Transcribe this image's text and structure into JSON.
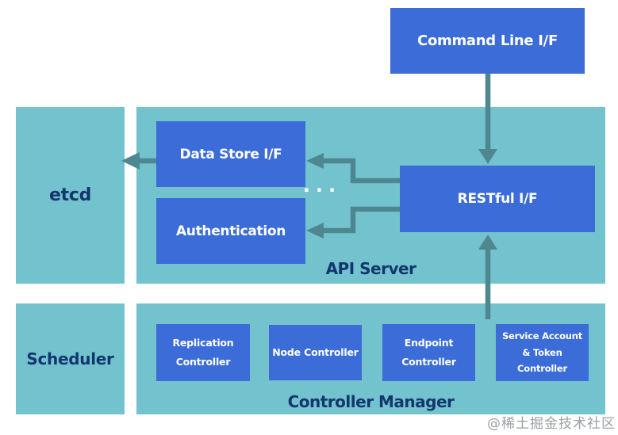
{
  "colors": {
    "background": "#ffffff",
    "teal_panel": "#72c3ce",
    "blue_box": "#3b6cd8",
    "arrow": "#4f8791",
    "navy_text": "#14366e",
    "watermark_gray": "#9aa0a3"
  },
  "diagram": {
    "command_line_if": "Command Line I/F",
    "etcd_label": "etcd",
    "api_server": {
      "caption": "API Server",
      "data_store_if": "Data Store I/F",
      "authentication": "Authentication",
      "restful_if": "RESTful I/F",
      "ellipsis": "···"
    },
    "scheduler_label": "Scheduler",
    "controller_manager": {
      "caption": "Controller Manager",
      "replication_controller": [
        "Replication",
        "Controller"
      ],
      "node_controller": "Node Controller",
      "endpoint_controller": [
        "Endpoint",
        "Controller"
      ],
      "service_account_controller": [
        "Service Account",
        "& Token",
        "Controller"
      ]
    }
  },
  "watermark": "@稀土掘金技术社区"
}
